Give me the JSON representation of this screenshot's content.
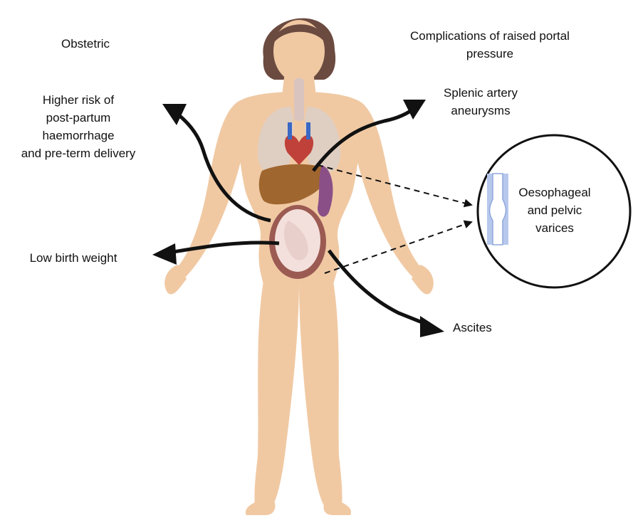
{
  "obstetric": {
    "heading": "Obstetric",
    "risk_lines": [
      "Higher risk of",
      "post-partum",
      "haemorrhage",
      "and pre-term delivery"
    ],
    "low_birth_weight": "Low birth weight"
  },
  "portal": {
    "heading_lines": [
      "Complications of raised portal",
      "pressure"
    ],
    "splenic_lines": [
      "Splenic artery",
      "aneurysms"
    ],
    "varices_lines": [
      "Oesophageal",
      "and pelvic",
      "varices"
    ],
    "ascites": "Ascites"
  },
  "colors": {
    "skin": "#f0c9a3",
    "skin_shadow": "#e2b48c",
    "hair": "#6b4a40",
    "arrow": "#111111",
    "liver": "#a0662f",
    "spleen": "#8a4f86",
    "uterus": "#9b5a52",
    "vein": "#b7c8ec"
  }
}
